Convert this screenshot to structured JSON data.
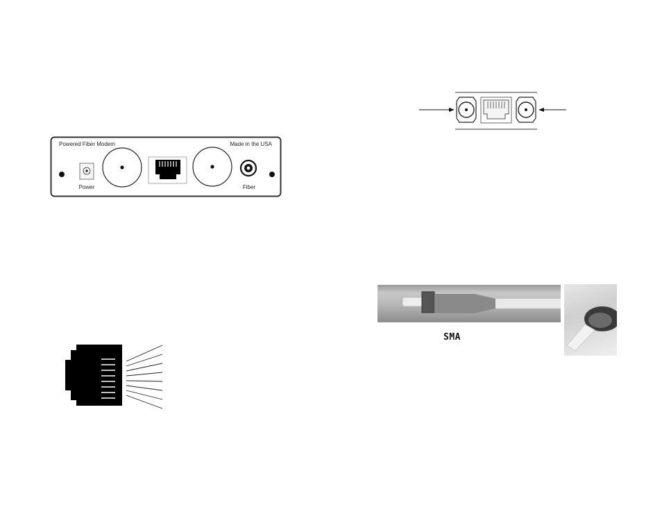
{
  "front_panel": {
    "title": "Powered Fiber Modem",
    "origin": "Made in the USA",
    "power_label": "Power",
    "fiber_label": "Fiber"
  },
  "connector_photo": {
    "caption": "SMA"
  },
  "colors": {
    "ink": "#111111",
    "panel_line": "#333333",
    "rj45_body": "#000000",
    "photo_sleeve": "#8a8a8a",
    "photo_ferrule": "#eeeeee"
  },
  "icons": [
    "bnc-connector-icon",
    "rj45-jack-icon",
    "fiber-port-icon",
    "power-jack-icon",
    "arrow-right-icon",
    "arrow-left-icon"
  ]
}
